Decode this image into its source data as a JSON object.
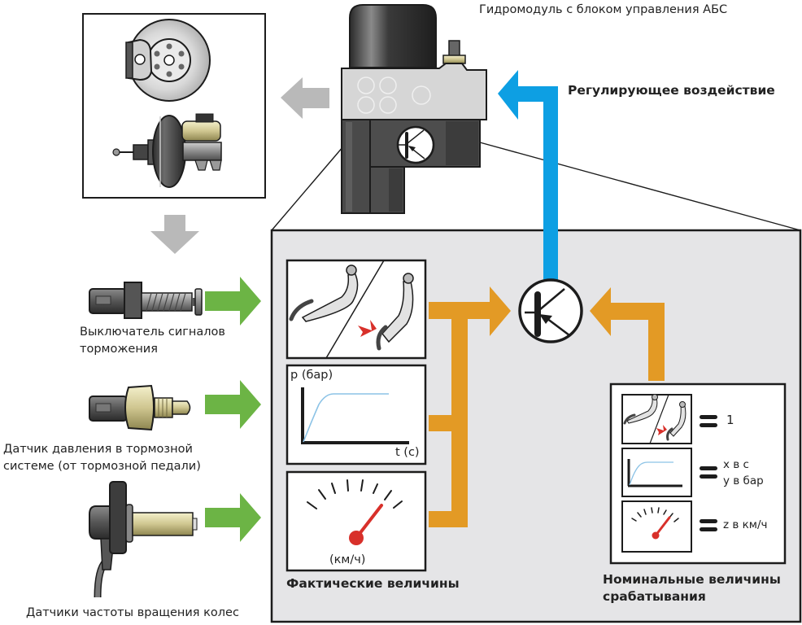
{
  "title": "Гидромодуль с блоком управления АБС",
  "control_action_label": "Регулирующее воздействие",
  "sensors": [
    {
      "id": "brake-light-switch",
      "label_line1": "Выключатель сигналов",
      "label_line2": "торможения"
    },
    {
      "id": "brake-pressure-sensor",
      "label_line1": "Датчик давления в тормозной",
      "label_line2": "системе (от тормозной педали)"
    },
    {
      "id": "wheel-speed-sensors",
      "label_line1": "Датчики частоты вращения колес",
      "label_line2": ""
    }
  ],
  "actual_values": {
    "heading": "Фактические величины",
    "pressure_chart": {
      "y_label": "p (бар)",
      "x_label": "t (с)"
    },
    "speed_gauge": {
      "unit_label": "(км/ч)"
    }
  },
  "nominal_values": {
    "heading_line1": "Номинальные величины",
    "heading_line2": "срабатывания",
    "rows": [
      {
        "line1": "1",
        "line2": ""
      },
      {
        "line1": "x в с",
        "line2": "y в бар"
      },
      {
        "line1": "z в км/ч",
        "line2": ""
      }
    ]
  },
  "colors": {
    "control_arrow": "#0d9fe3",
    "signal_arrow": "#e39a25",
    "sensor_arrow": "#6cb445",
    "mechanical_arrow": "#b9b9b9",
    "panel_background": "#e5e5e7",
    "gauge_needle": "#d8302a",
    "pressure_curve": "#8cc3e6"
  }
}
